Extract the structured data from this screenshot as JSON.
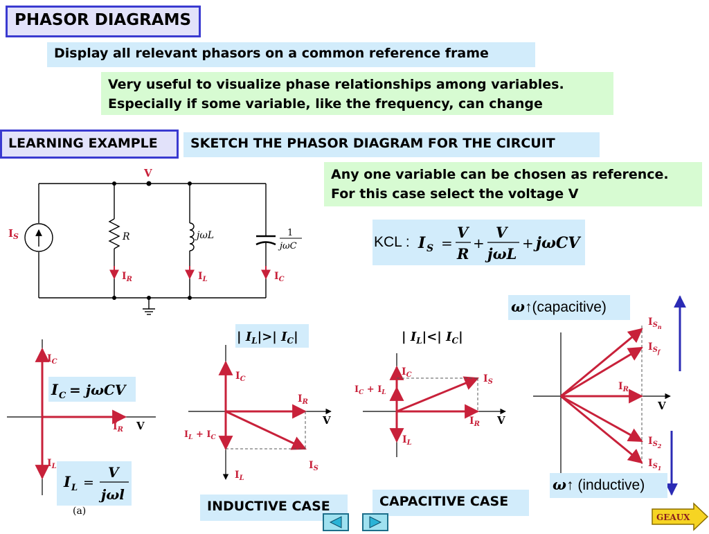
{
  "title": "PHASOR DIAGRAMS",
  "intro": "Display all relevant phasors on a common reference frame",
  "useful": {
    "line1": "Very useful to visualize phase relationships among variables.",
    "line2": "Especially if some variable, like the frequency, can change"
  },
  "learning_example": "LEARNING EXAMPLE",
  "sketch": "SKETCH THE PHASOR DIAGRAM FOR THE CIRCUIT",
  "reference_note": {
    "line1": "Any one variable can be chosen as reference.",
    "line2": "For this case select the voltage V"
  },
  "circuit": {
    "v_label": "V",
    "is_label": "I",
    "is_sub": "S",
    "r_label": "R",
    "jwl_label": "jωL",
    "cap_num": "1",
    "cap_den": "jωC",
    "ir_label": "I",
    "ir_sub": "R",
    "il_label": "I",
    "il_sub": "L",
    "ic_label": "I",
    "ic_sub": "C"
  },
  "kcl": {
    "prefix": "KCL :",
    "lhs": "I",
    "lhs_sub": "S",
    "eq": "=",
    "t1_num": "V",
    "t1_den": "R",
    "plus1": "+",
    "t2_num": "V",
    "t2_den": "jωL",
    "plus2": "+",
    "t3": "jωCV"
  },
  "diagram1": {
    "ic": "I",
    "ic_sub": "C",
    "ir": "I",
    "ir_sub": "R",
    "il": "I",
    "il_sub": "L",
    "v": "V",
    "ic_eq": "I",
    "ic_eq_sub": "C",
    "ic_eq_rhs": "= jωCV",
    "il_eq": "I",
    "il_eq_sub": "L",
    "il_eq_eq": "=",
    "il_eq_num": "V",
    "il_eq_den": "jωl",
    "caption": "(a)"
  },
  "diagram2": {
    "cond_l": "| I",
    "cond_l_sub": "L",
    "cond_mid": "|>| I",
    "cond_r_sub": "C",
    "cond_end": "|",
    "ic": "I",
    "ic_sub": "C",
    "ir": "I",
    "ir_sub": "R",
    "v": "V",
    "ilic": "I",
    "ilic_sub1": "L",
    "ilic_plus": " + I",
    "ilic_sub2": "C",
    "is": "I",
    "is_sub": "S",
    "il": "I",
    "il_sub": "L",
    "case": "INDUCTIVE CASE"
  },
  "diagram3": {
    "cond_l": "| I",
    "cond_l_sub": "L",
    "cond_mid": "|<| I",
    "cond_r_sub": "C",
    "cond_end": "|",
    "ic": "I",
    "ic_sub": "C",
    "icil": "I",
    "icil_sub1": "C",
    "icil_plus": " + I",
    "icil_sub2": "L",
    "is": "I",
    "is_sub": "S",
    "v": "V",
    "ir": "I",
    "ir_sub": "R",
    "il": "I",
    "il_sub": "L",
    "case": "CAPACITIVE CASE"
  },
  "diagram4": {
    "omega_cap": "ω",
    "cap_text": "↑(capacitive)",
    "omega_ind": "ω",
    "ind_text": "↑ (inductive)",
    "isn": "I",
    "isn_sub": "S",
    "isn_subsub": "n",
    "isf": "I",
    "isf_sub": "S",
    "isf_subsub": "f",
    "ir": "I",
    "ir_sub": "R",
    "v": "V",
    "is2": "I",
    "is2_sub": "S",
    "is2_subsub": "2",
    "is1": "I",
    "is1_sub": "S",
    "is1_subsub": "1"
  },
  "nav": {
    "geaux": "GEAUX"
  },
  "colors": {
    "phasor": "#c8213a",
    "axis": "#000000",
    "blue_box": "#d2ecfb",
    "green_box": "#d7fbd2",
    "title_border": "#3a3ad0",
    "arrow_blue": "#2b2bb5",
    "nav_cyan": "#2ab3d6",
    "geaux_yellow": "#f6d423"
  }
}
